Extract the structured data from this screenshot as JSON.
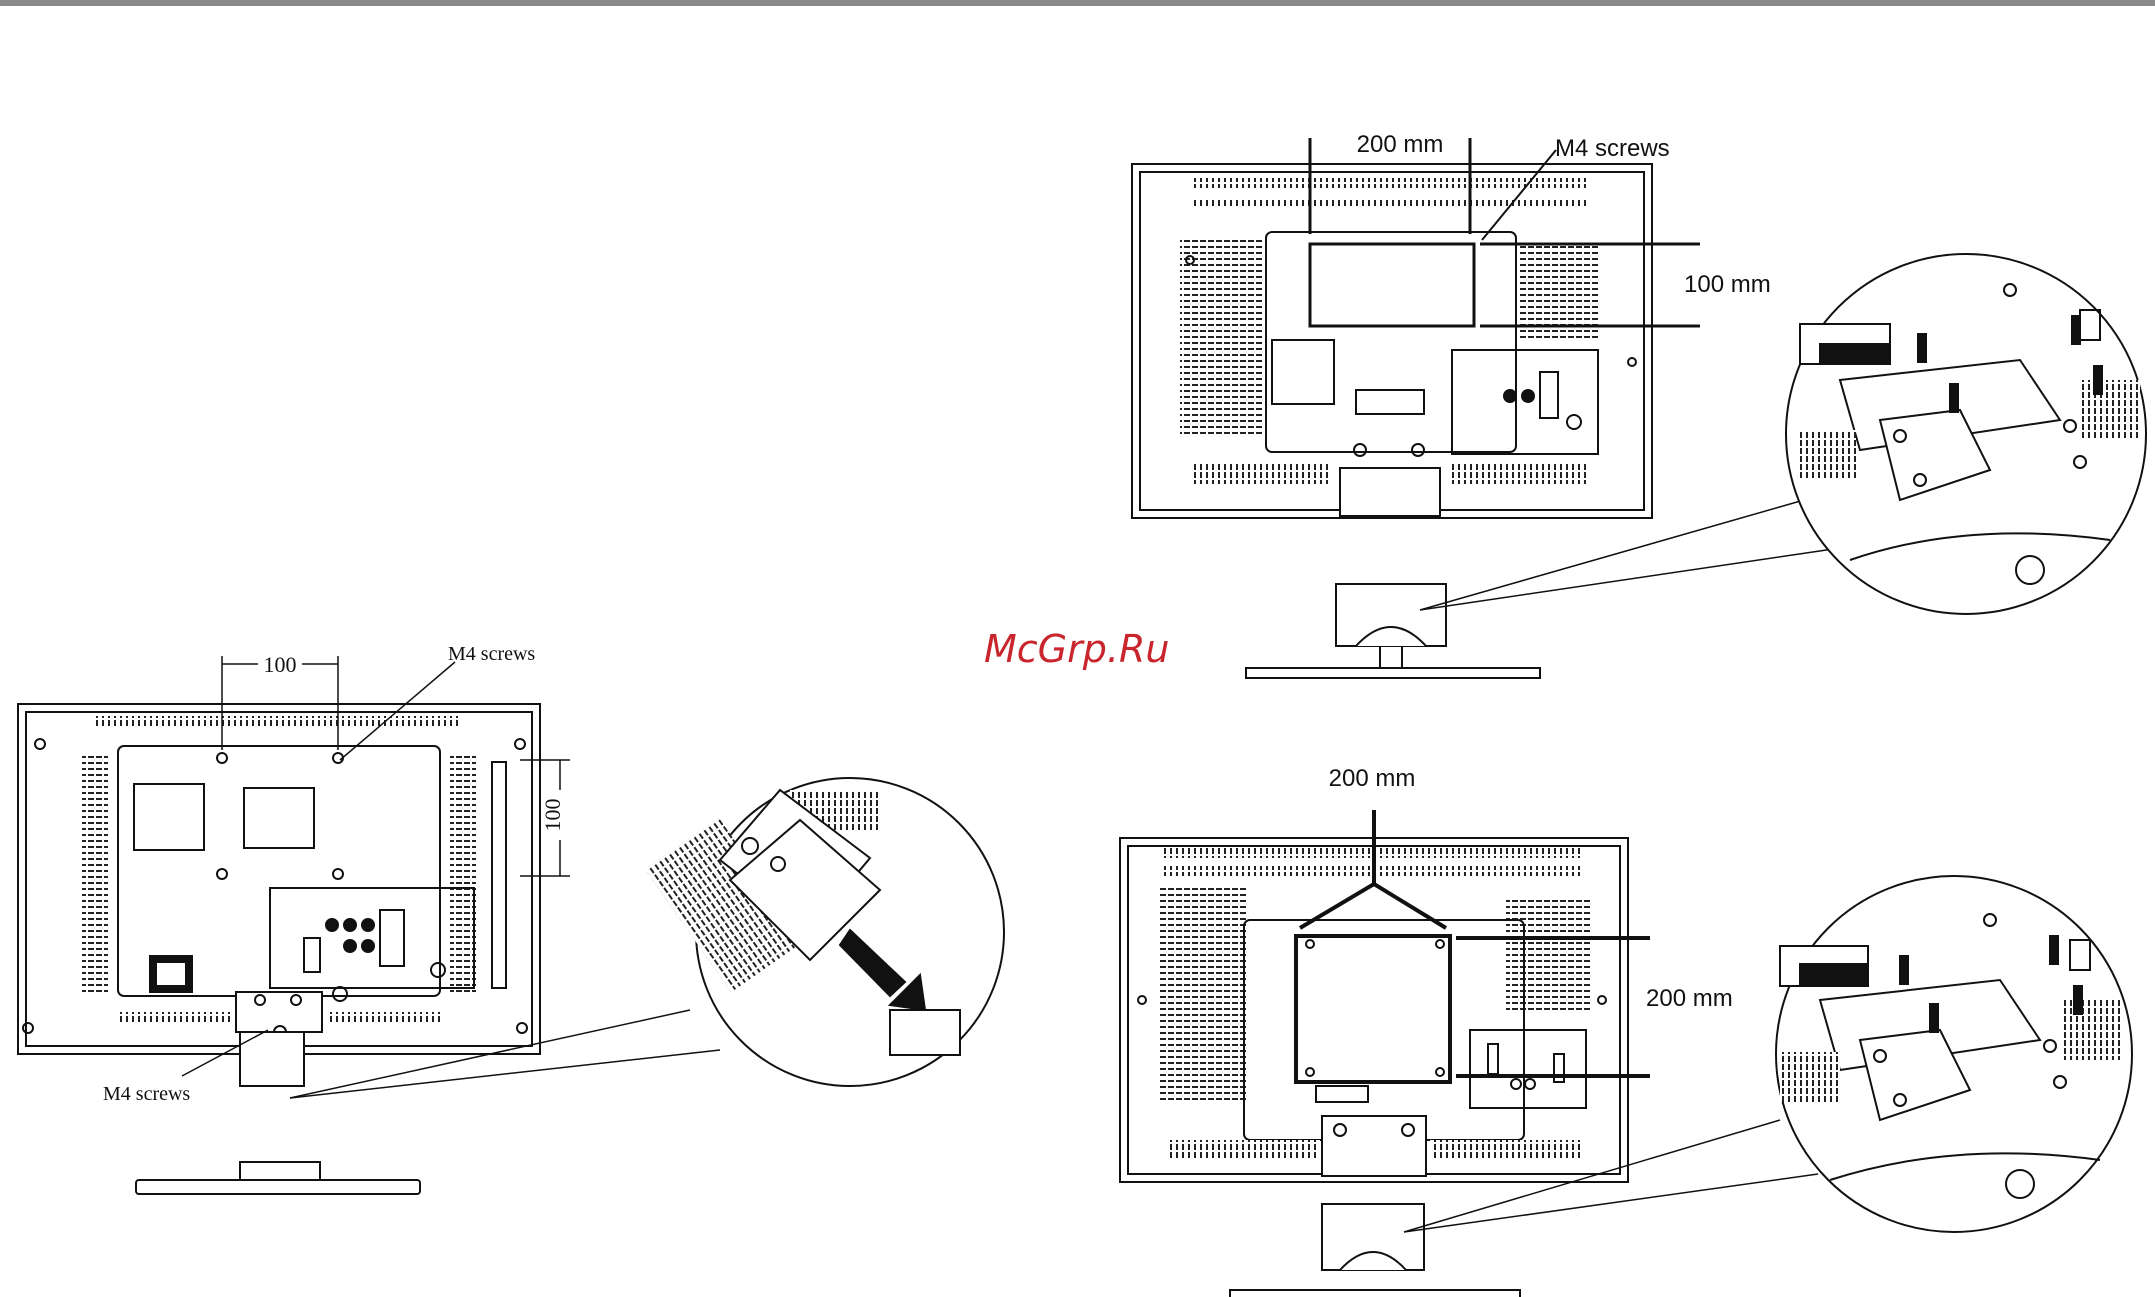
{
  "figures": {
    "left": {
      "dim_h": "100",
      "dim_v": "100",
      "screws_top": "M4 screws",
      "screws_bottom": "M4 screws"
    },
    "top_right": {
      "dim_h": "200 mm",
      "dim_v": "100 mm",
      "screws": "M4 screws"
    },
    "bottom_right": {
      "dim_h": "200 mm",
      "dim_v": "200 mm"
    }
  },
  "watermark": "McGrp.Ru"
}
